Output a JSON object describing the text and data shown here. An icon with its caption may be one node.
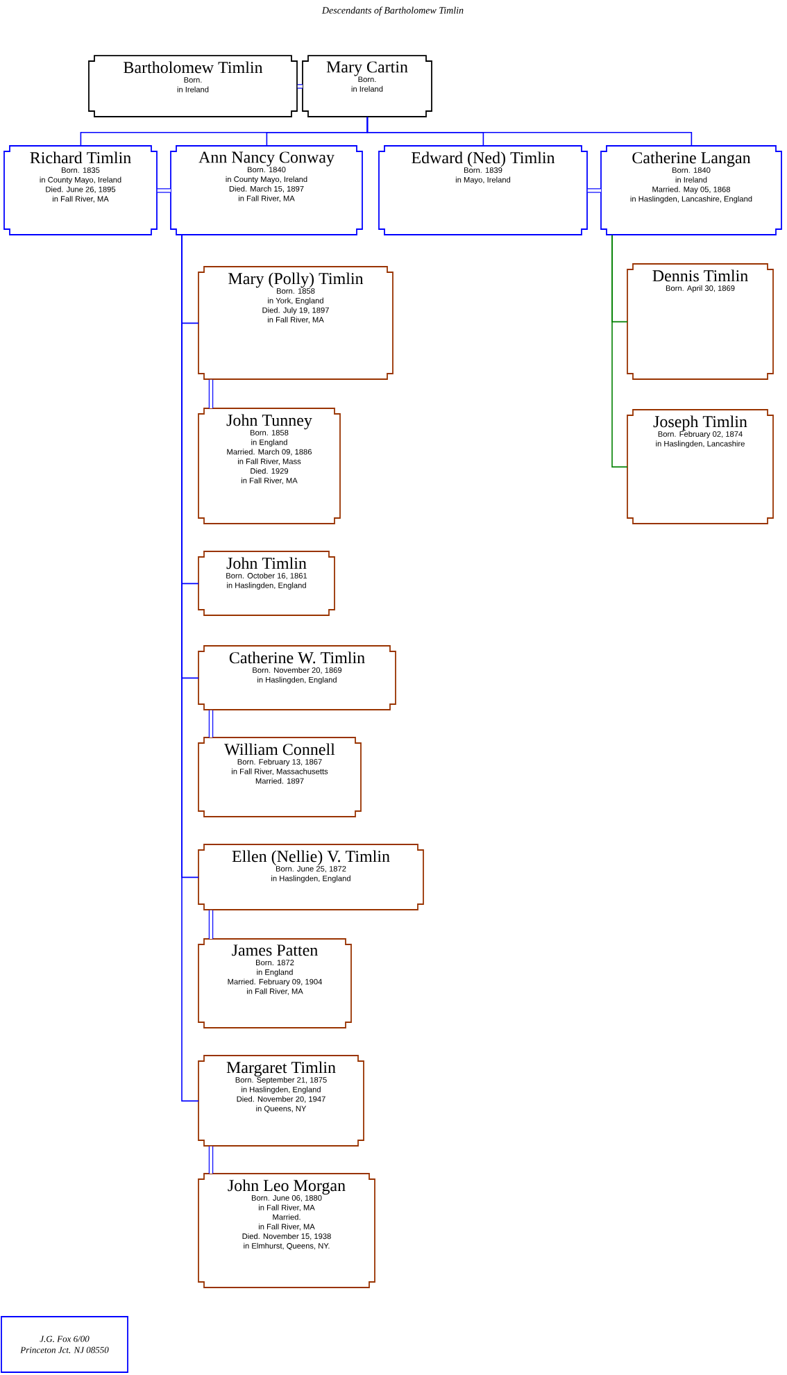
{
  "diagram": {
    "title": "Descendants of Bartholomew Timlin",
    "nodes": [
      {
        "text": [
          "Bartholomew Timlin",
          "Born.",
          "in Ireland"
        ]
      },
      {
        "text": [
          "Mary Cartin",
          "Born.",
          "in Ireland"
        ]
      },
      {
        "text": [
          "Richard Timlin",
          "Born. 1835",
          "in County Mayo, Ireland",
          "Died. June 26, 1895",
          "in Fall River, MA"
        ]
      },
      {
        "text": [
          "Ann Nancy Conway",
          "Born. 1840",
          "in County Mayo, Ireland",
          "Died. March 15, 1897",
          "in Fall River, MA"
        ]
      },
      {
        "text": [
          "Edward (Ned) Timlin",
          "Born. 1839",
          "in Mayo, Ireland"
        ]
      },
      {
        "text": [
          "Catherine Langan",
          "Born. 1840",
          "in Ireland",
          "Married. May 05, 1868",
          "in Haslingden, Lancashire, England"
        ]
      },
      {
        "text": [
          "Mary (Polly) Timlin",
          "Born. 1858",
          "in York, England",
          "Died. July 19, 1897",
          "in Fall River, MA"
        ]
      },
      {
        "text": [
          "John Tunney",
          "Born. 1858",
          "in England",
          "Married. March 09, 1886",
          "in Fall River, Mass",
          "Died. 1929",
          "in Fall River, MA"
        ]
      },
      {
        "text": [
          "John Timlin",
          "Born. October 16, 1861",
          "in Haslingden, England"
        ]
      },
      {
        "text": [
          "Catherine W. Timlin",
          "Born. November 20, 1869",
          "in Haslingden, England"
        ]
      },
      {
        "text": [
          "William Connell",
          "Born. February 13, 1867",
          "in Fall River, Massachusetts",
          "Married. 1897"
        ]
      },
      {
        "text": [
          "Ellen (Nellie) V. Timlin",
          "Born. June 25, 1872",
          "in Haslingden, England"
        ]
      },
      {
        "text": [
          "James Patten",
          "Born. 1872",
          "in England",
          "Married. February 09, 1904",
          "in Fall River, MA"
        ]
      },
      {
        "text": [
          "Margaret Timlin",
          "Born. September 21, 1875",
          "in Haslingden, England",
          "Died. November 20, 1947",
          "in Queens, NY"
        ]
      },
      {
        "text": [
          "John Leo Morgan",
          "Born. June 06, 1880",
          "in Fall River, MA",
          "Married.",
          "in Fall River, MA",
          "Died. November 15, 1938",
          "in Elmhurst, Queens, NY."
        ]
      },
      {
        "text": [
          "Dennis Timlin",
          "Born. April 30, 1869"
        ]
      },
      {
        "text": [
          "Joseph Timlin",
          "Born. February 02, 1874",
          "in Haslingden, Lancashire"
        ]
      },
      {
        "text": [
          "J.G. Fox 6/00",
          "Princeton Jct. NJ 08550"
        ]
      }
    ],
    "edges": [
      {
        "from": 0,
        "to": 1,
        "arrow": "none",
        "style": "thick"
      },
      {
        "from": 1,
        "to": 2,
        "arrow": "none"
      },
      {
        "from": 1,
        "to": 3,
        "arrow": "none"
      },
      {
        "from": 1,
        "to": 4,
        "arrow": "none"
      },
      {
        "from": 1,
        "to": 5,
        "arrow": "none"
      },
      {
        "from": 2,
        "to": 3,
        "arrow": "none",
        "style": "thick"
      },
      {
        "from": 4,
        "to": 5,
        "arrow": "none",
        "style": "thick"
      },
      {
        "from": 3,
        "to": 6,
        "arrow": "none"
      },
      {
        "from": 3,
        "to": 8,
        "arrow": "none"
      },
      {
        "from": 3,
        "to": 9,
        "arrow": "none"
      },
      {
        "from": 3,
        "to": 11,
        "arrow": "none"
      },
      {
        "from": 3,
        "to": 13,
        "arrow": "none"
      },
      {
        "from": 6,
        "to": 7,
        "arrow": "none",
        "style": "thick"
      },
      {
        "from": 9,
        "to": 10,
        "arrow": "none",
        "style": "thick"
      },
      {
        "from": 11,
        "to": 12,
        "arrow": "none",
        "style": "thick"
      },
      {
        "from": 13,
        "to": 14,
        "arrow": "none",
        "style": "thick"
      },
      {
        "from": 5,
        "to": 15,
        "arrow": "none",
        "color": "#008000"
      },
      {
        "from": 5,
        "to": 16,
        "arrow": "none",
        "color": "#008000"
      }
    ]
  }
}
